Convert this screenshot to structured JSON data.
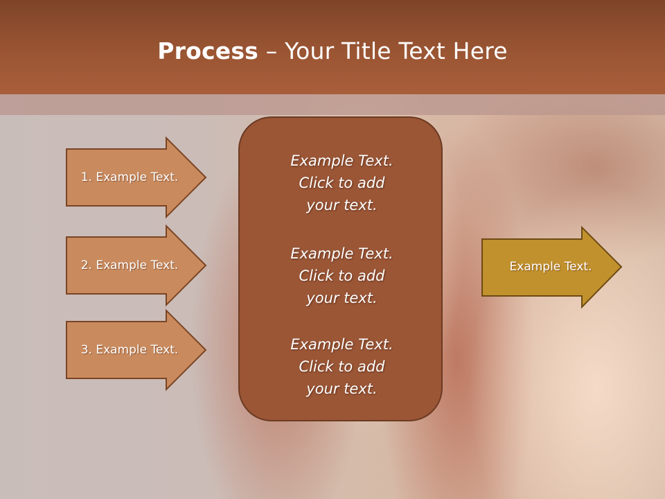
{
  "title": {
    "bold": "Process",
    "rest": " – Your Title Text Here"
  },
  "steps": [
    {
      "label": "1. Example Text."
    },
    {
      "label": "2. Example Text."
    },
    {
      "label": "3. Example Text."
    }
  ],
  "center_blocks": [
    {
      "line1": "Example Text.",
      "line2": "Click  to add",
      "line3": "your text."
    },
    {
      "line1": "Example Text.",
      "line2": "Click  to add",
      "line3": "your text."
    },
    {
      "line1": "Example Text.",
      "line2": "Click  to add",
      "line3": "your text."
    }
  ],
  "result": {
    "label": "Example Text."
  },
  "colors": {
    "header": "#9a5533",
    "step_arrow": "#c98b5e",
    "center_box": "#9b5636",
    "result_arrow": "#c1912d"
  }
}
